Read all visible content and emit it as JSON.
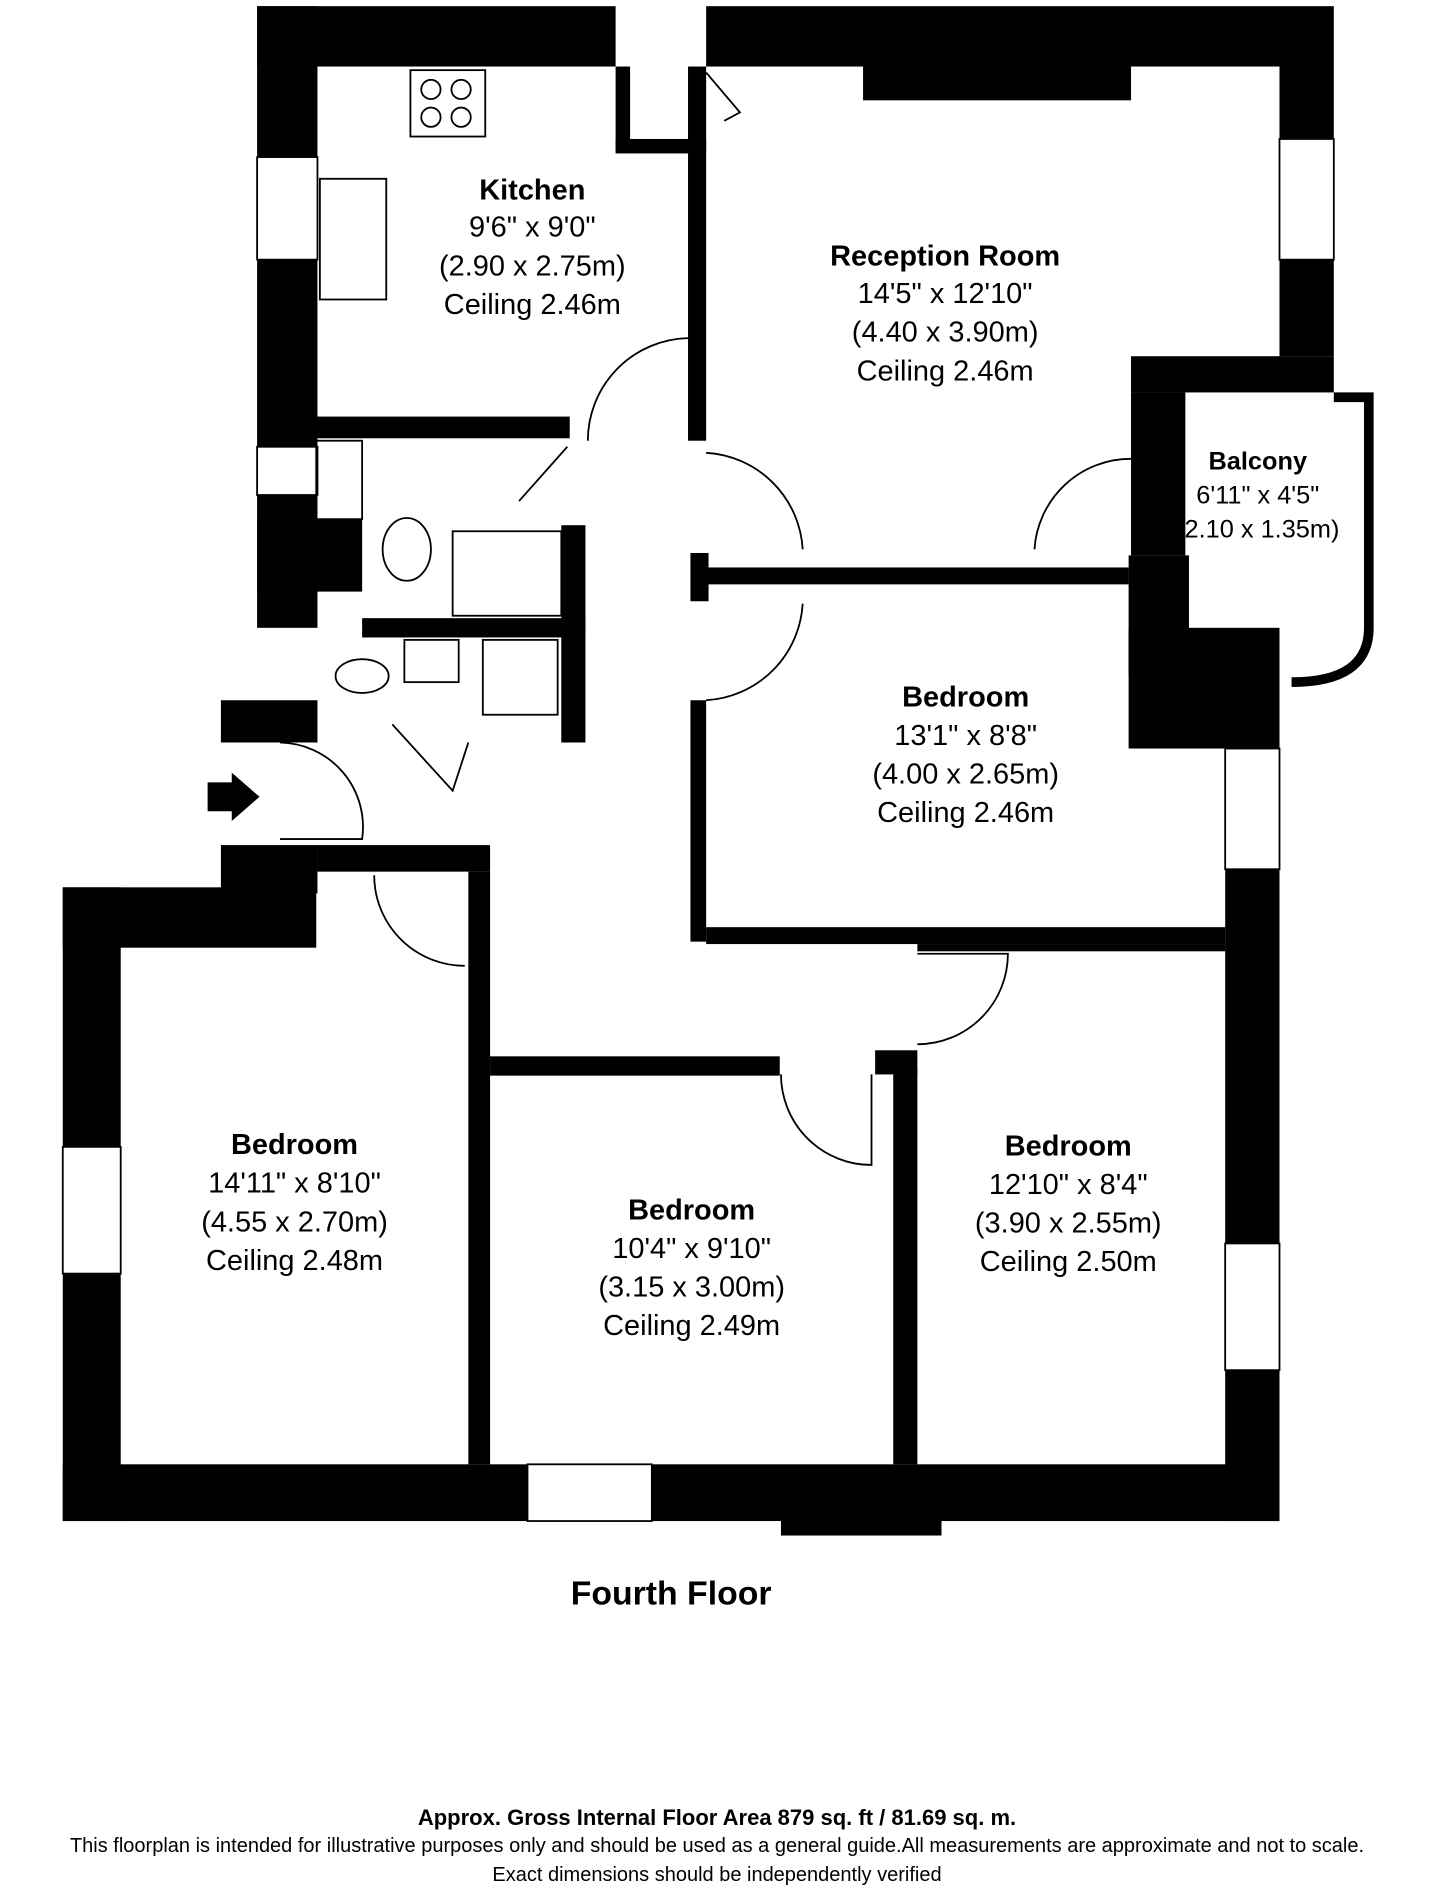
{
  "floor_label": "Fourth Floor",
  "rooms": [
    {
      "name": "Kitchen",
      "imperial": "9'6\" x 9'0\"",
      "metric": "(2.90 x 2.75m)",
      "ceiling": "Ceiling 2.46m"
    },
    {
      "name": "Reception Room",
      "imperial": "14'5\" x 12'10\"",
      "metric": "(4.40 x 3.90m)",
      "ceiling": "Ceiling 2.46m"
    },
    {
      "name": "Balcony",
      "imperial": "6'11\" x 4'5\"",
      "metric": "(2.10 x 1.35m)"
    },
    {
      "name": "Bedroom",
      "imperial": "13'1\" x 8'8\"",
      "metric": "(4.00 x 2.65m)",
      "ceiling": "Ceiling 2.46m"
    },
    {
      "name": "Bedroom",
      "imperial": "14'11\" x 8'10\"",
      "metric": "(4.55 x 2.70m)",
      "ceiling": "Ceiling 2.48m"
    },
    {
      "name": "Bedroom",
      "imperial": "10'4\" x 9'10\"",
      "metric": "(3.15 x 3.00m)",
      "ceiling": "Ceiling 2.49m"
    },
    {
      "name": "Bedroom",
      "imperial": "12'10\" x 8'4\"",
      "metric": "(3.90 x 2.55m)",
      "ceiling": "Ceiling 2.50m"
    }
  ],
  "footer": {
    "area": "Approx. Gross Internal Floor Area 879 sq. ft / 81.69 sq. m.",
    "disclaimer": "This floorplan is intended for illustrative purposes only and should be used as a general guide.All measurements are approximate and not to scale.",
    "note": "Exact dimensions should be independently verified"
  }
}
